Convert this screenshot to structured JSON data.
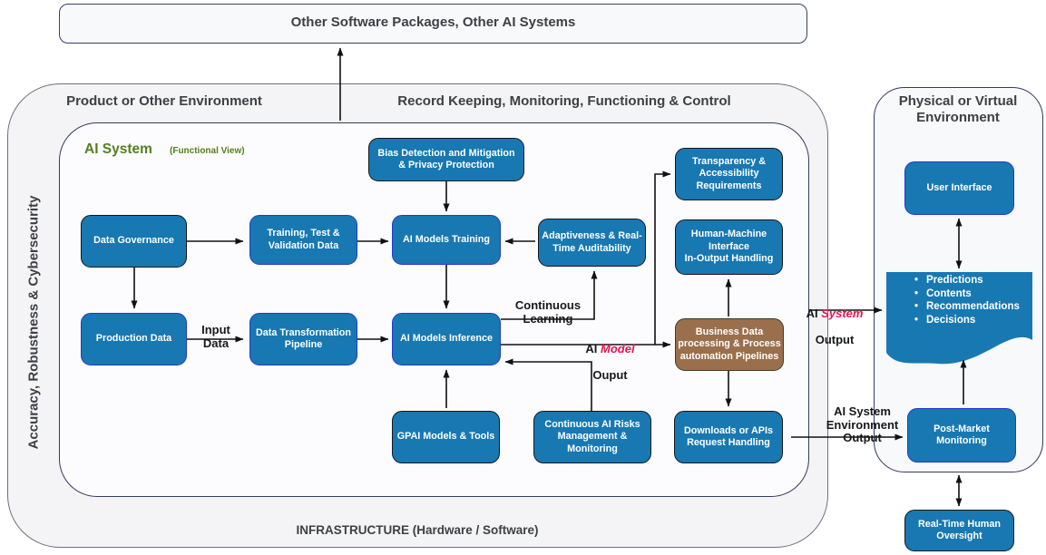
{
  "colors": {
    "node_blue": "#1878b2",
    "node_brown": "#9a6f4c",
    "blue_border": "#2438cf",
    "highlight_red": "#e8134f",
    "title_green": "#55801c",
    "header_gray": "#3d4045"
  },
  "top_box": {
    "label": "Other Software Packages, Other AI Systems"
  },
  "environment": {
    "title_left": "Product or Other Environment",
    "title_right": "Record Keeping, Monitoring, Functioning & Control",
    "side_label": "Accuracy, Robustness & Cybersecurity",
    "footer": "INFRASTRUCTURE (Hardware / Software)"
  },
  "ai_system": {
    "title": "AI System",
    "subtitle": "(Functional View)",
    "nodes": {
      "bias_detection": "Bias Detection and Mitigation\n& Privacy Protection",
      "data_governance": "Data Governance",
      "training_test": "Training, Test &\nValidation Data",
      "ai_models_training": "AI Models Training",
      "adaptiveness": "Adaptiveness & Real-\nTime Auditability",
      "production_data": "Production Data",
      "data_transformation": "Data Transformation\nPipeline",
      "ai_models_inference": "AI Models Inference",
      "gpai": "GPAI Models & Tools",
      "risks": "Continuous AI Risks\nManagement &\nMonitoring",
      "transparency": "Transparency &\nAccessibility\nRequirements",
      "hmi": "Human-Machine\nInterface\nIn-Output Handling",
      "business_bold": "Business",
      "business_rest": " Data\nprocessing & Process\nautomation Pipelines",
      "downloads": "Downloads or APIs\nRequest Handling"
    }
  },
  "edge_labels": {
    "input_data": "Input\nData",
    "continuous_learning": "Continuous\nLearning",
    "ai_model_output": {
      "prefix": "AI ",
      "highlight": "Model",
      "line2": "Ouput"
    },
    "ai_system_output": {
      "prefix": "AI ",
      "highlight": "System",
      "line2": "Output"
    },
    "ai_system_env_output": "AI System\nEnvironment\nOutput"
  },
  "physical_env": {
    "title": "Physical or Virtual\nEnvironment",
    "user_interface": "User Interface",
    "outputs": [
      "Predictions",
      "Contents",
      "Recommendations",
      "Decisions"
    ],
    "post_market": "Post-Market\nMonitoring",
    "real_time": "Real-Time Human\nOversight"
  }
}
